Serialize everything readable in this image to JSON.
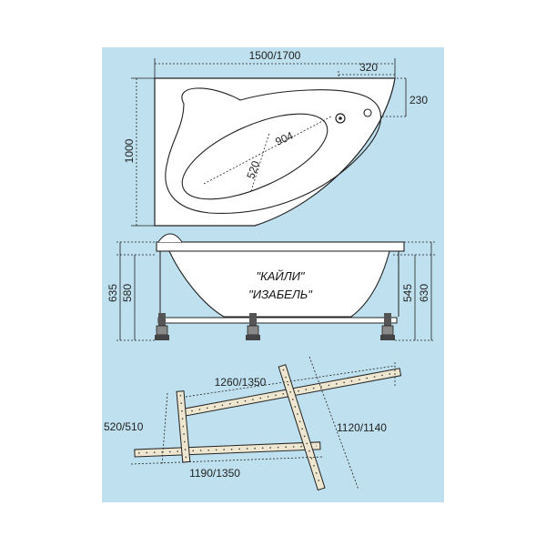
{
  "colors": {
    "background": "#bfe0ee",
    "outline": "#222222",
    "tub_fill": "#ffffff",
    "frame_fill": "#efe6d0",
    "frame_dot": "#444444"
  },
  "top_view": {
    "width": "1500/1700",
    "offset": "320",
    "drain_offset": "230",
    "depth": "1000",
    "bowl_length": "904",
    "bowl_width": "520"
  },
  "side_view": {
    "model_names": [
      "\"КАЙЛИ\"",
      "\"ИЗАБЕЛЬ\""
    ],
    "total_height_left": "635",
    "tub_height_left": "580",
    "tub_height_right": "545",
    "total_height_right": "630"
  },
  "frame_view": {
    "rail_top": "1260/1350",
    "rail_bottom": "1190/1350",
    "cross_left": "520/510",
    "cross_right": "1120/1140"
  }
}
